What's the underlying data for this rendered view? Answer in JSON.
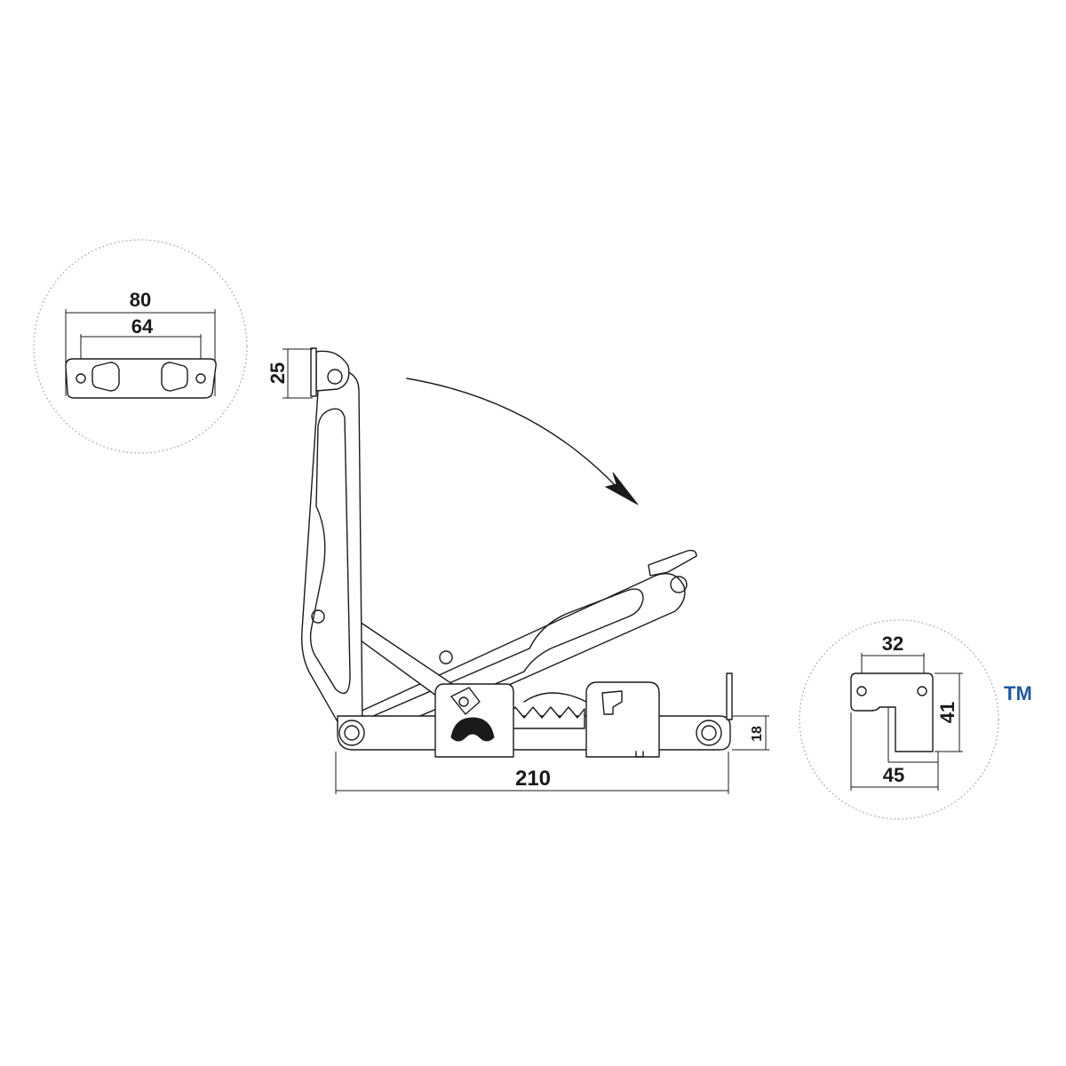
{
  "dimensions": {
    "mount_plate_overall": "80",
    "mount_plate_holes": "64",
    "top_plate_height": "25",
    "base_length": "210",
    "base_height": "18",
    "side_plate_width": "32",
    "side_plate_height": "41",
    "side_plate_offset": "45"
  },
  "trademark": "TM",
  "colors": {
    "line": "#1a1a1a",
    "trademark": "#1f5aa6",
    "detail_circle": "#9a9a9a"
  }
}
